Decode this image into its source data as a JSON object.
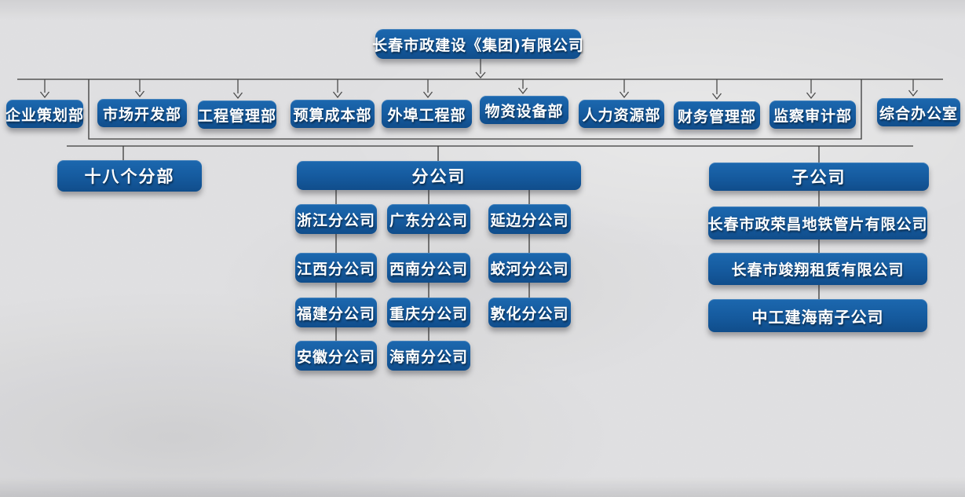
{
  "colors": {
    "node_blue": "#155A9E",
    "node_text": "#FFFFFF",
    "line": "#3A3A3A",
    "background": "#EAEAEB"
  },
  "org": {
    "root": "长春市政建设《集团)有限公司",
    "departments": [
      "企业策划部",
      "市场开发部",
      "工程管理部",
      "预算成本部",
      "外埠工程部",
      "物资设备部",
      "人力资源部",
      "财务管理部",
      "监察审计部",
      "综合办公室"
    ],
    "level2": {
      "branch_units": "十八个分部",
      "branch_companies": "分公司",
      "subsidiaries": "子公司"
    },
    "branch_companies": {
      "col1": [
        "浙江分公司",
        "江西分公司",
        "福建分公司",
        "安徽分公司"
      ],
      "col2": [
        "广东分公司",
        "西南分公司",
        "重庆分公司",
        "海南分公司"
      ],
      "col3": [
        "延边分公司",
        "蛟河分公司",
        "敦化分公司"
      ]
    },
    "subsidiaries": [
      "长春市政荣昌地铁管片有限公司",
      "长春市竣翔租赁有限公司",
      "中工建海南子公司"
    ]
  }
}
